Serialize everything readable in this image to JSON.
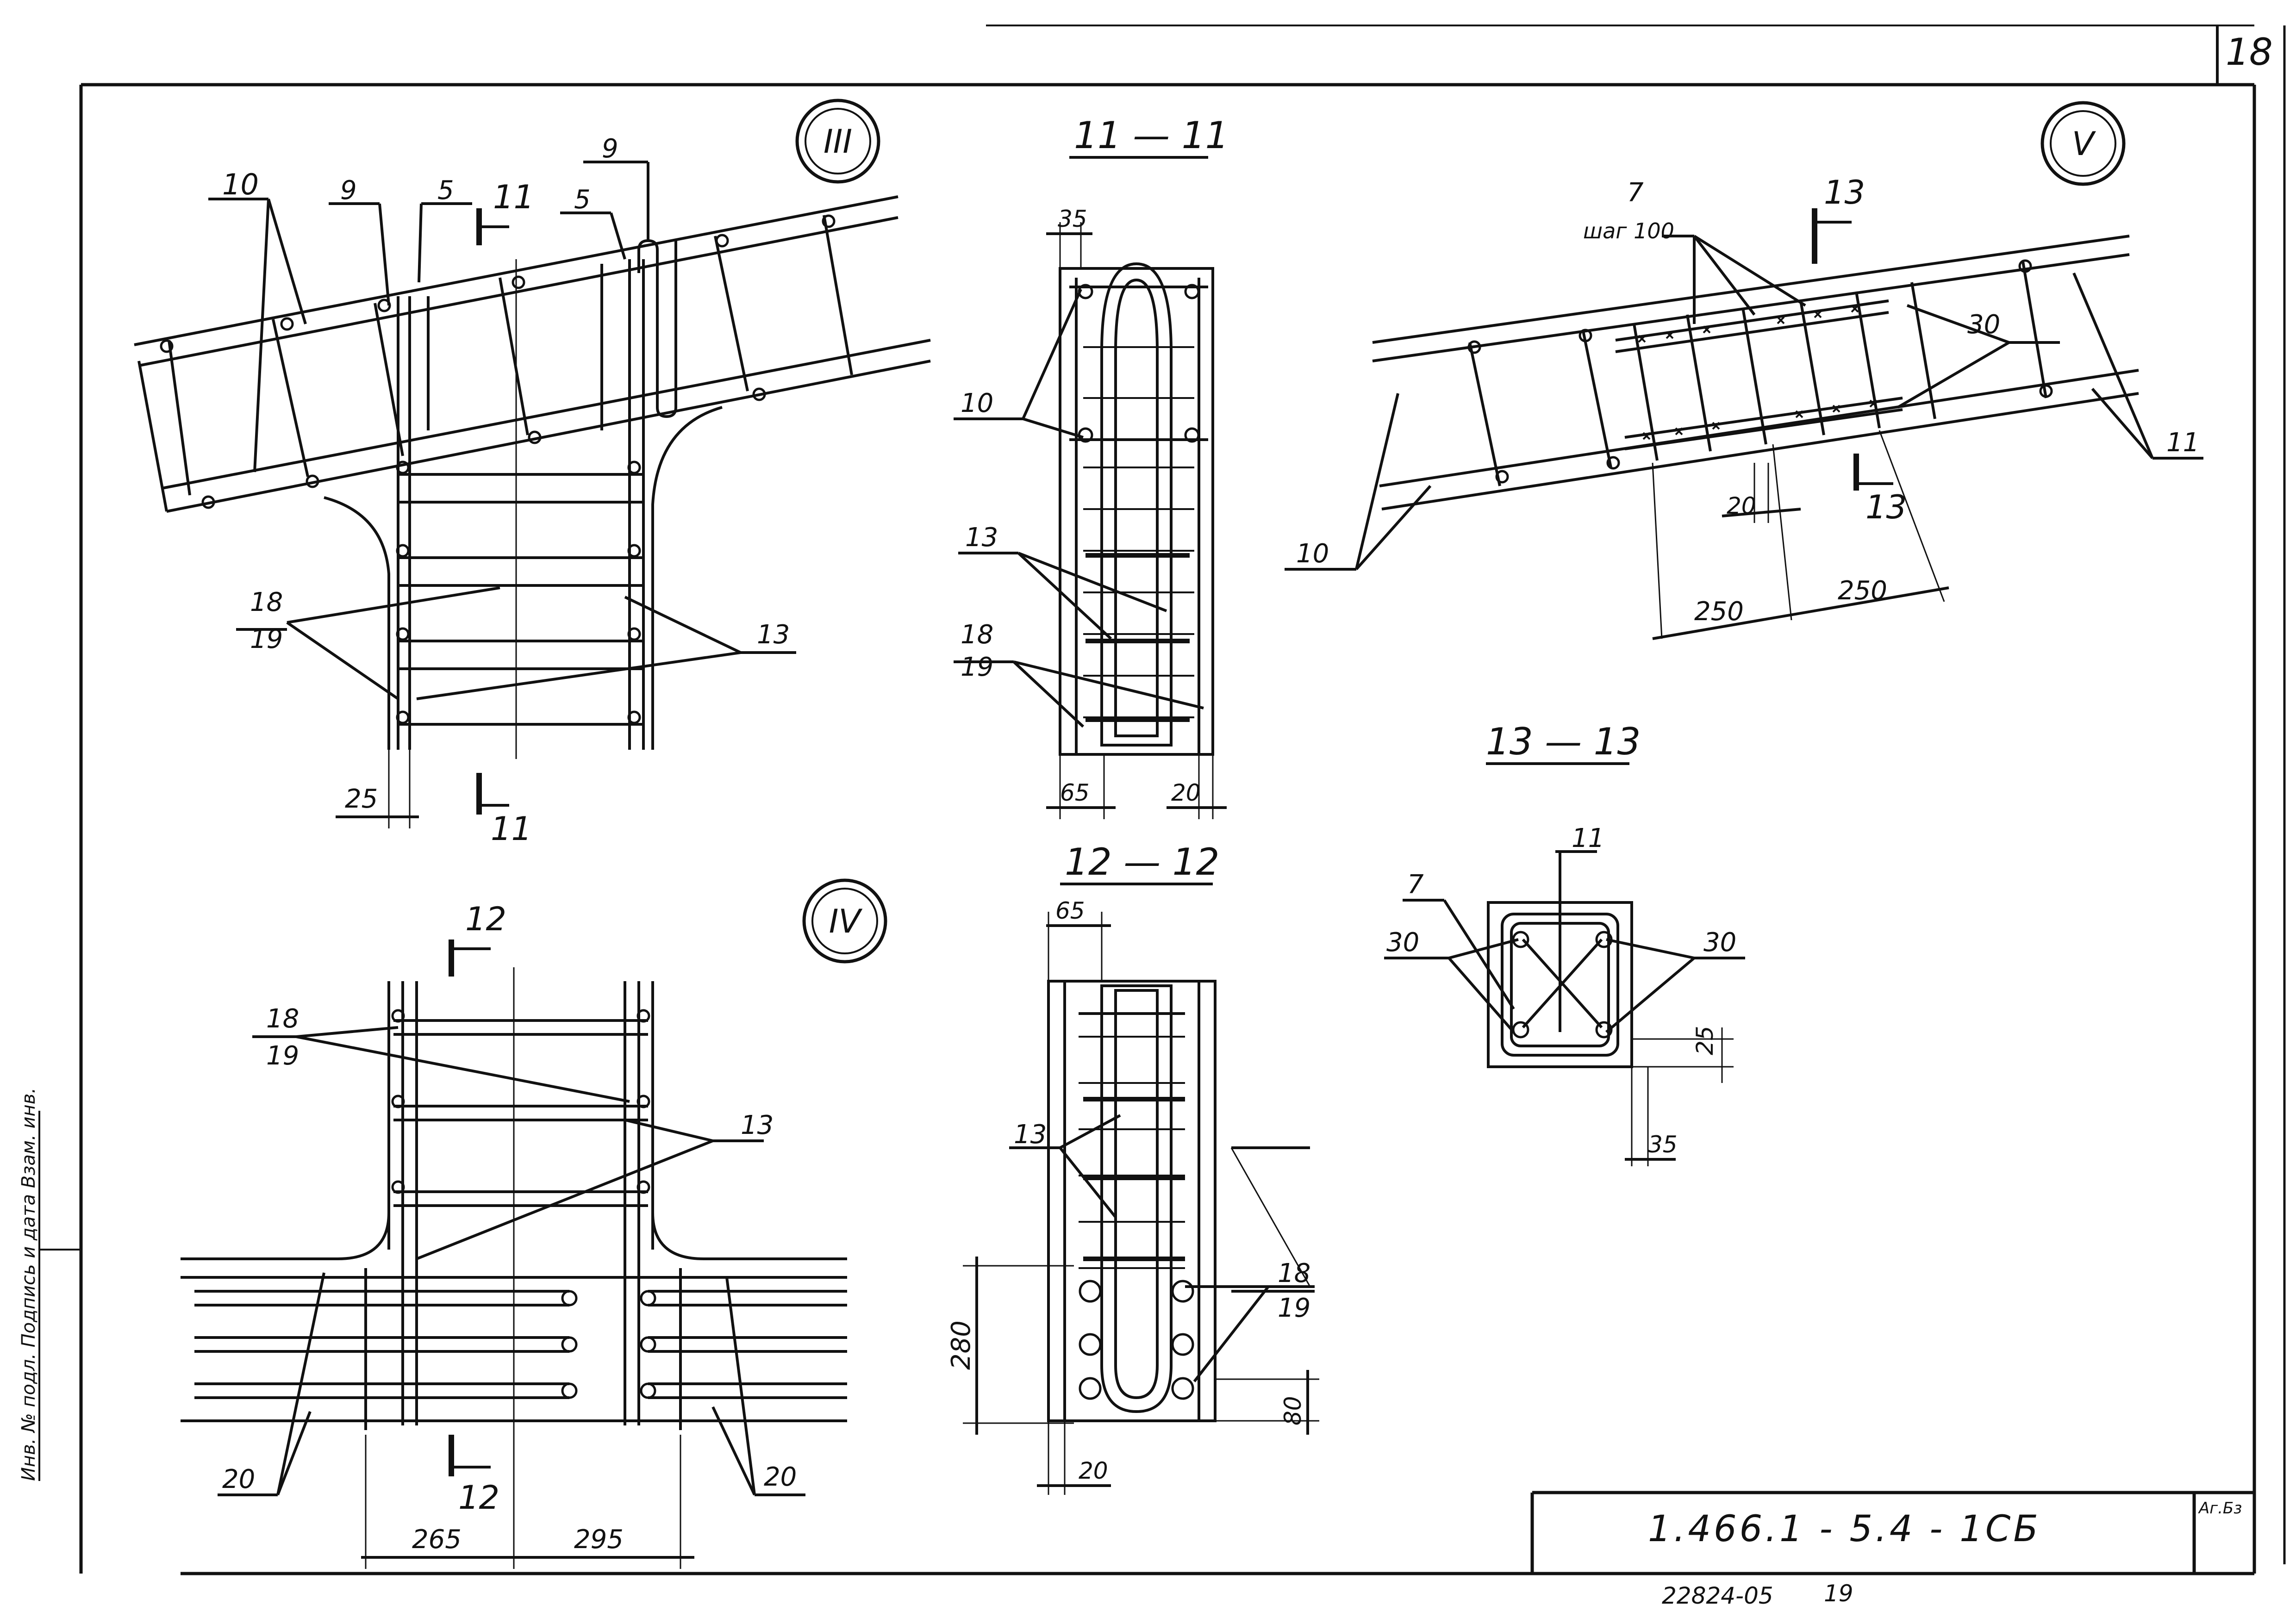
{
  "sheet": {
    "page_number": "18",
    "document_code": "1.466.1 - 5.4 - 1СБ",
    "inventory_number": "22824-05",
    "inventory_page": "19",
    "side_label": "Инв. № подл.   Подпись и дата   Взам. инв.",
    "corner_mark": "Аг.Бз"
  },
  "callouts": {
    "III": "III",
    "IV": "IV",
    "V": "V"
  },
  "section_titles": {
    "s11": "11 — 11",
    "s12": "12 — 12",
    "s13": "13 — 13"
  },
  "node_III": {
    "pos_10": "10",
    "pos_9a": "9",
    "pos_5a": "5",
    "pos_5b": "5",
    "pos_9b": "9",
    "cut_11_top": "11",
    "cut_11_bottom": "11",
    "pos_18": "18",
    "pos_19": "19",
    "pos_13": "13",
    "dim_25": "25"
  },
  "section_11": {
    "dim_35": "35",
    "pos_10": "10",
    "pos_13": "13",
    "pos_18": "18",
    "pos_19": "19",
    "dim_65": "65",
    "dim_20": "20"
  },
  "node_V": {
    "pos_7": "7",
    "step": "шаг 100",
    "cut_13_top": "13",
    "cut_13_bottom": "13",
    "pos_30": "30",
    "pos_10": "10",
    "pos_11": "11",
    "dim_20": "20",
    "dim_250a": "250",
    "dim_250b": "250"
  },
  "section_13": {
    "pos_11": "11",
    "pos_7": "7",
    "pos_30a": "30",
    "pos_30b": "30",
    "dim_25": "25",
    "dim_35": "35"
  },
  "node_IV": {
    "cut_12_top": "12",
    "cut_12_bottom": "12",
    "pos_18": "18",
    "pos_19": "19",
    "pos_13": "13",
    "pos_20a": "20",
    "pos_20b": "20",
    "dim_265": "265",
    "dim_295": "295"
  },
  "section_12": {
    "dim_65": "65",
    "pos_13": "13",
    "pos_18": "18",
    "pos_19": "19",
    "dim_280": "280",
    "dim_80": "80",
    "dim_20": "20"
  }
}
